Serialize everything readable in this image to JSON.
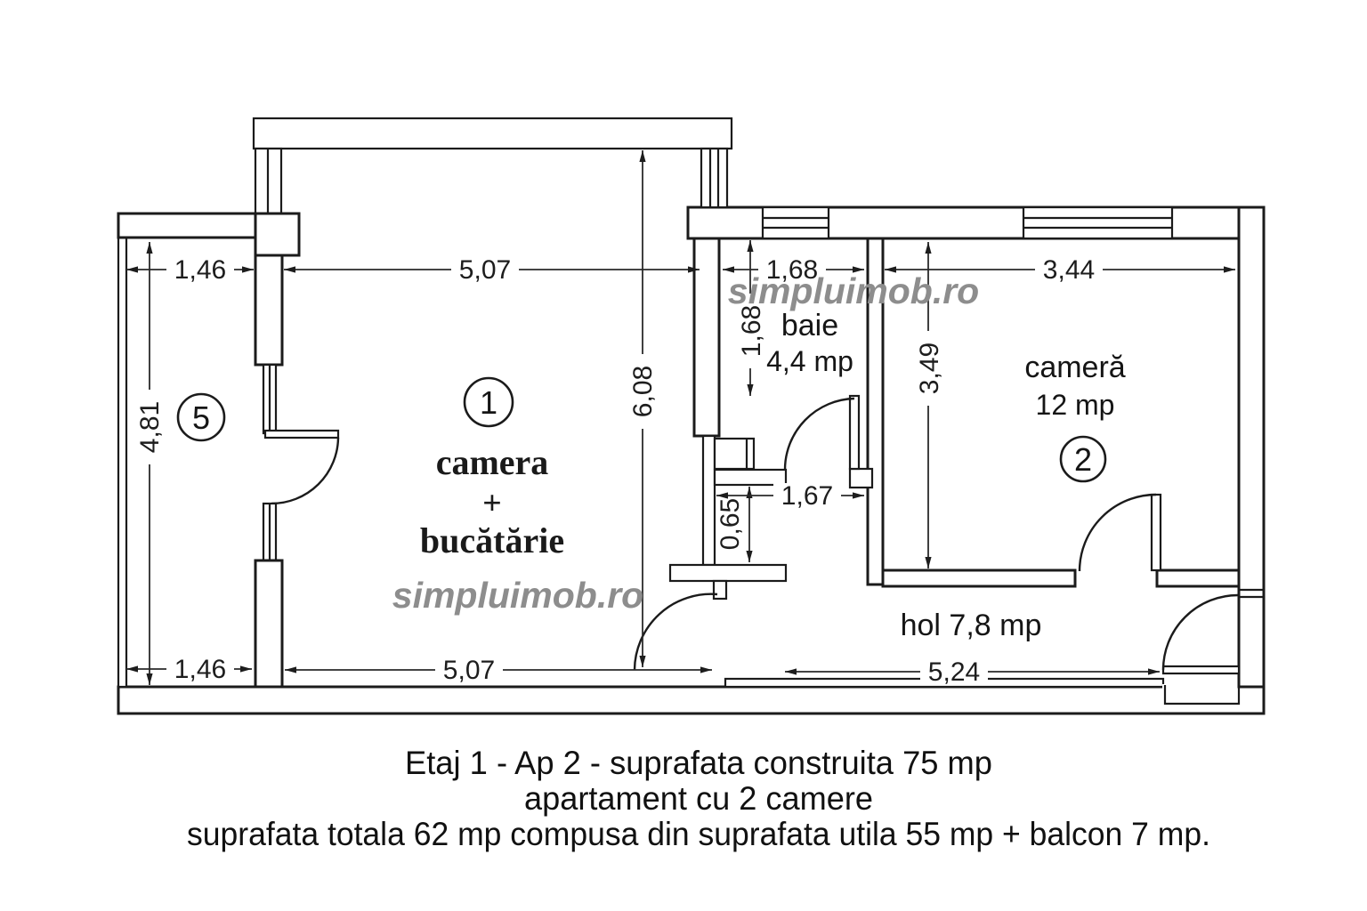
{
  "site_watermark": "simpluimob.ro",
  "rooms": {
    "living": {
      "marker": "1",
      "line1": "camera",
      "line2": "+",
      "line3": "bucătărie"
    },
    "bath": {
      "name": "baie",
      "area": "4,4 mp"
    },
    "bedroom": {
      "marker": "2",
      "name": "cameră",
      "area": "12 mp"
    },
    "hall": {
      "name": "hol 7,8 mp"
    },
    "balcony": {
      "marker": "5"
    }
  },
  "dimensions": {
    "top_balcony_w": "1,46",
    "top_living_w": "5,07",
    "top_bath_w": "1,68",
    "top_bedroom_w": "3,44",
    "left_balcony_h": "4,81",
    "living_h": "6,08",
    "bath_h": "1,68",
    "bedroom_h": "3,49",
    "niche_h": "0,65",
    "niche_w": "1,67",
    "bottom_balcony_w": "1,46",
    "bottom_living_w": "5,07",
    "bottom_hall_w": "5,24"
  },
  "caption": {
    "line1": "Etaj 1 - Ap 2 - suprafata construita 75 mp",
    "line2": "apartament cu 2 camere",
    "line3": "suprafata totala 62 mp compusa din suprafata utila 55 mp + balcon 7 mp."
  },
  "colors": {
    "line": "#1b1b1b",
    "watermark": "#8d8d8d",
    "background": "#ffffff"
  }
}
